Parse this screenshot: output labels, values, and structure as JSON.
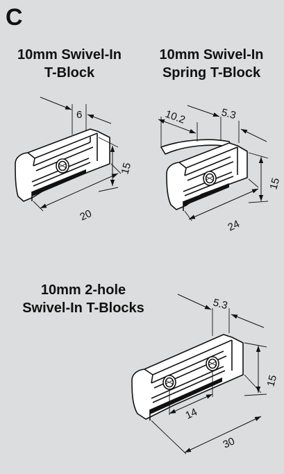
{
  "section": "C",
  "blocks": [
    {
      "title_line1": "10mm Swivel-In",
      "title_line2": "T-Block",
      "dims": {
        "width": "6",
        "height": "15",
        "length": "20"
      }
    },
    {
      "title_line1": "10mm Swivel-In",
      "title_line2": "Spring T-Block",
      "dims": {
        "spring": "10.2",
        "width": "5.3",
        "height": "15",
        "length": "24"
      }
    },
    {
      "title_line1": "10mm 2-hole",
      "title_line2": "Swivel-In T-Blocks",
      "dims": {
        "width": "5.3",
        "height": "15",
        "spacing": "14",
        "length": "30"
      }
    }
  ]
}
